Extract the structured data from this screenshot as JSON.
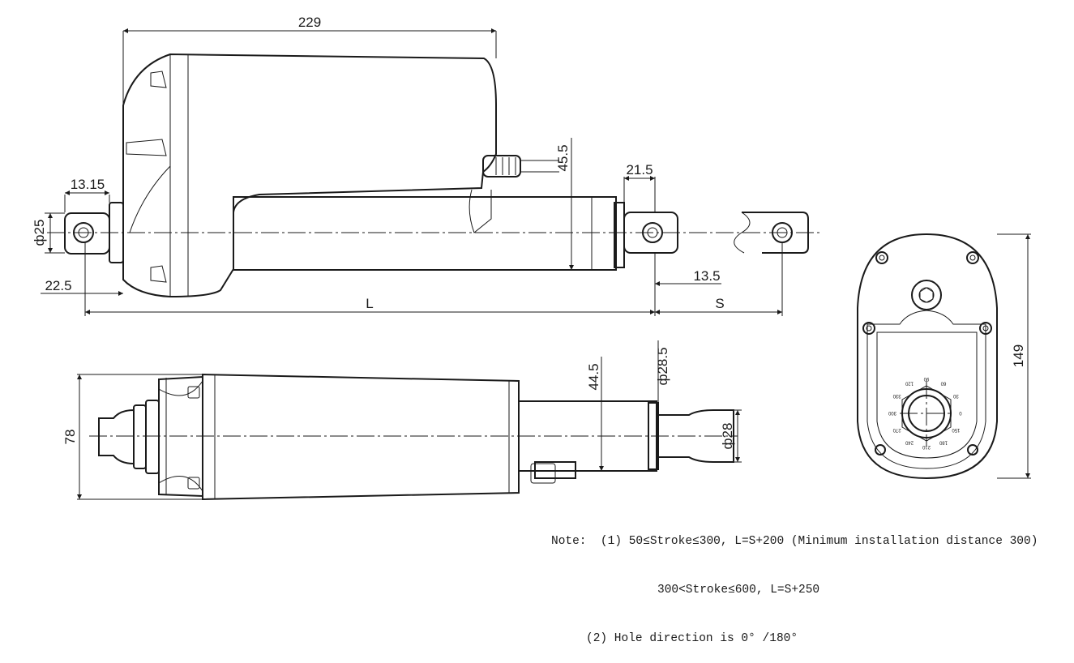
{
  "dimensions": {
    "overall_body_length": "229",
    "rear_eye_width": "13.15",
    "rear_eye_dia": "ф25",
    "rear_offset": "22.5",
    "motor_to_axis": "45.5",
    "front_eye_width": "21.5",
    "front_eye_offset": "13.5",
    "installation_length": "L",
    "stroke": "S",
    "side_height": "78",
    "side_offset": "44.5",
    "tube_dia": "ф28.5",
    "rod_dia": "ф28",
    "end_height": "149"
  },
  "end_view_angle_labels": [
    "120",
    "90",
    "60",
    "30",
    "0",
    "150",
    "180",
    "210",
    "240",
    "270",
    "300",
    "330"
  ],
  "notes": {
    "label": "Note:",
    "line1": "(1) 50≤Stroke≤300, L=S+200 (Minimum installation distance 300)",
    "line2": "300<Stroke≤600, L=S+250",
    "line3": "(2) Hole direction is 0° /180°"
  }
}
